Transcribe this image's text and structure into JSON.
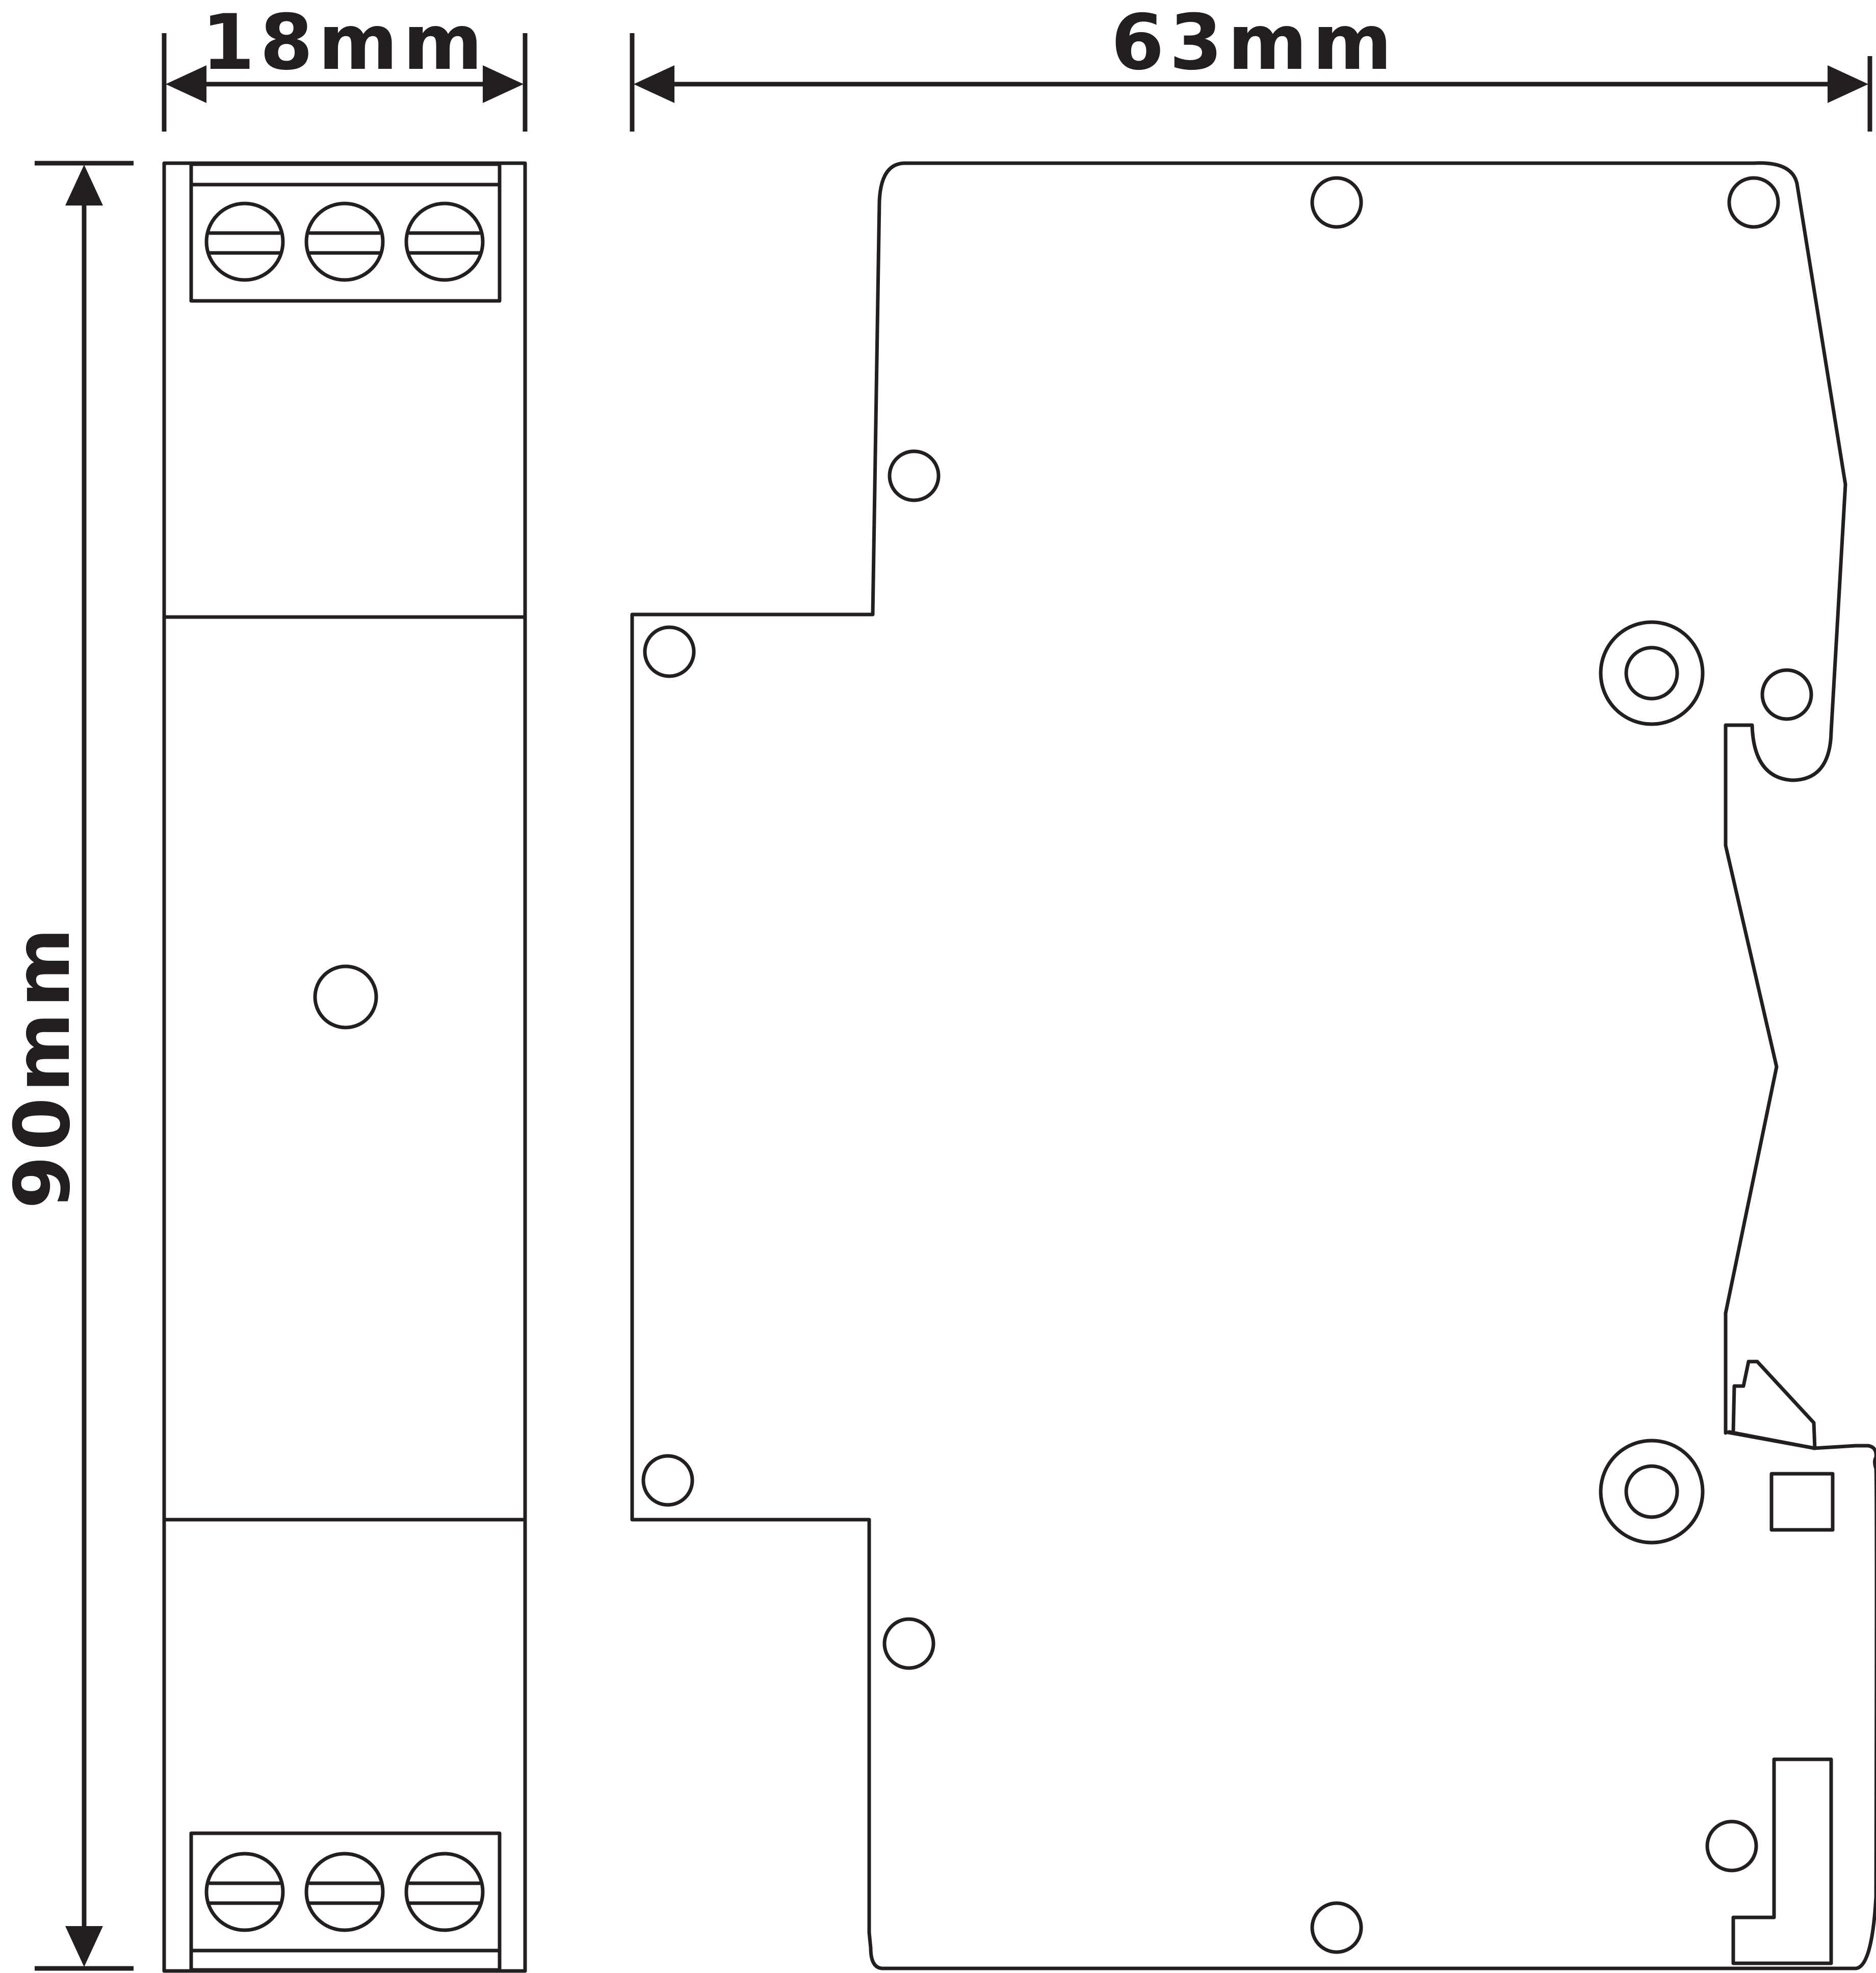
{
  "dimensions": {
    "width_front": "18mm",
    "width_side": "63mm",
    "height": "90mm"
  },
  "colors": {
    "line": "#231f20",
    "background": "#ffffff"
  }
}
